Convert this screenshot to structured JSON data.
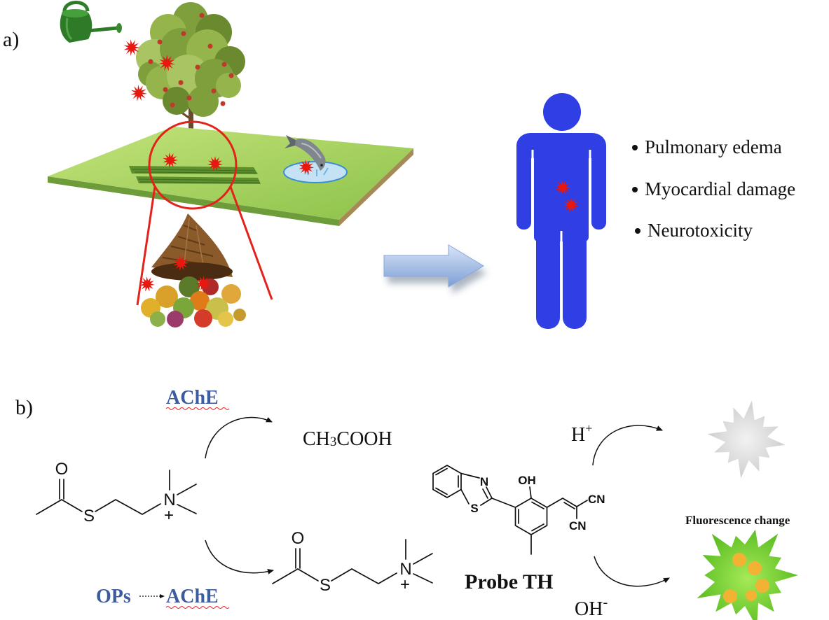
{
  "panel_a": {
    "label": "a)",
    "health_effects": [
      "Pulmonary edema",
      "Myocardial damage",
      "Neurotoxicity"
    ]
  },
  "panel_b": {
    "label": "b)",
    "hydrolysis_enzyme": "AChE",
    "hydrolysis_product": {
      "main": "CH",
      "subscript": "3",
      "rest": "COOH"
    },
    "structure_top": {
      "oxygen": "O",
      "sulfur": "S",
      "nitrogen": "N",
      "charge": "+"
    },
    "structure_bottom": {
      "oxygen": "O",
      "sulfur": "S",
      "nitrogen": "N",
      "charge": "+"
    },
    "inhibition": {
      "inhibitor": "OPs",
      "enzyme": "AChE"
    },
    "probe": {
      "name": "Probe TH",
      "hydroxyl": "OH",
      "nitrogen": "N",
      "sulfur": "S",
      "cyano_1": "CN",
      "cyano_2": "CN"
    },
    "acid_condition": {
      "symbol": "H",
      "superscript": "+"
    },
    "base_condition": {
      "symbol": "OH",
      "superscript": "-"
    },
    "fluorescence_label": "Fluorescence change"
  },
  "colors": {
    "human": "#2f3fe4",
    "pesticide_splat": "#e8170f",
    "highlight_circle": "#e3221b",
    "enzyme_text": "#3d5c9e",
    "fluorescence_acid": "#d9d9d9",
    "fluorescence_base": "#7fd23a"
  }
}
